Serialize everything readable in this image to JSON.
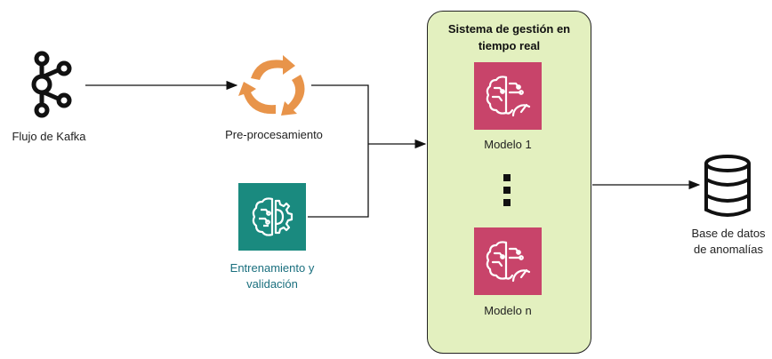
{
  "nodes": {
    "kafka": {
      "label": "Flujo de Kafka",
      "icon": "kafka-icon"
    },
    "preprocess": {
      "label": "Pre-procesamiento",
      "icon": "recycle-arrows-icon",
      "color": "#e8944a"
    },
    "training": {
      "label_line1": "Entrenamiento y",
      "label_line2": "validación",
      "icon": "ml-brain-gear-icon",
      "color": "#1a8a7f"
    },
    "system": {
      "title_line1": "Sistema de gestión en",
      "title_line2": "tiempo real",
      "background": "#e3f0bf",
      "models": [
        {
          "label": "Modelo 1",
          "icon": "brain-gauge-icon",
          "color": "#c8446a"
        },
        {
          "label": "Modelo n",
          "icon": "brain-gauge-icon",
          "color": "#c8446a"
        }
      ]
    },
    "database": {
      "label_line1": "Base de datos",
      "label_line2": "de anomalías",
      "icon": "database-icon"
    }
  }
}
